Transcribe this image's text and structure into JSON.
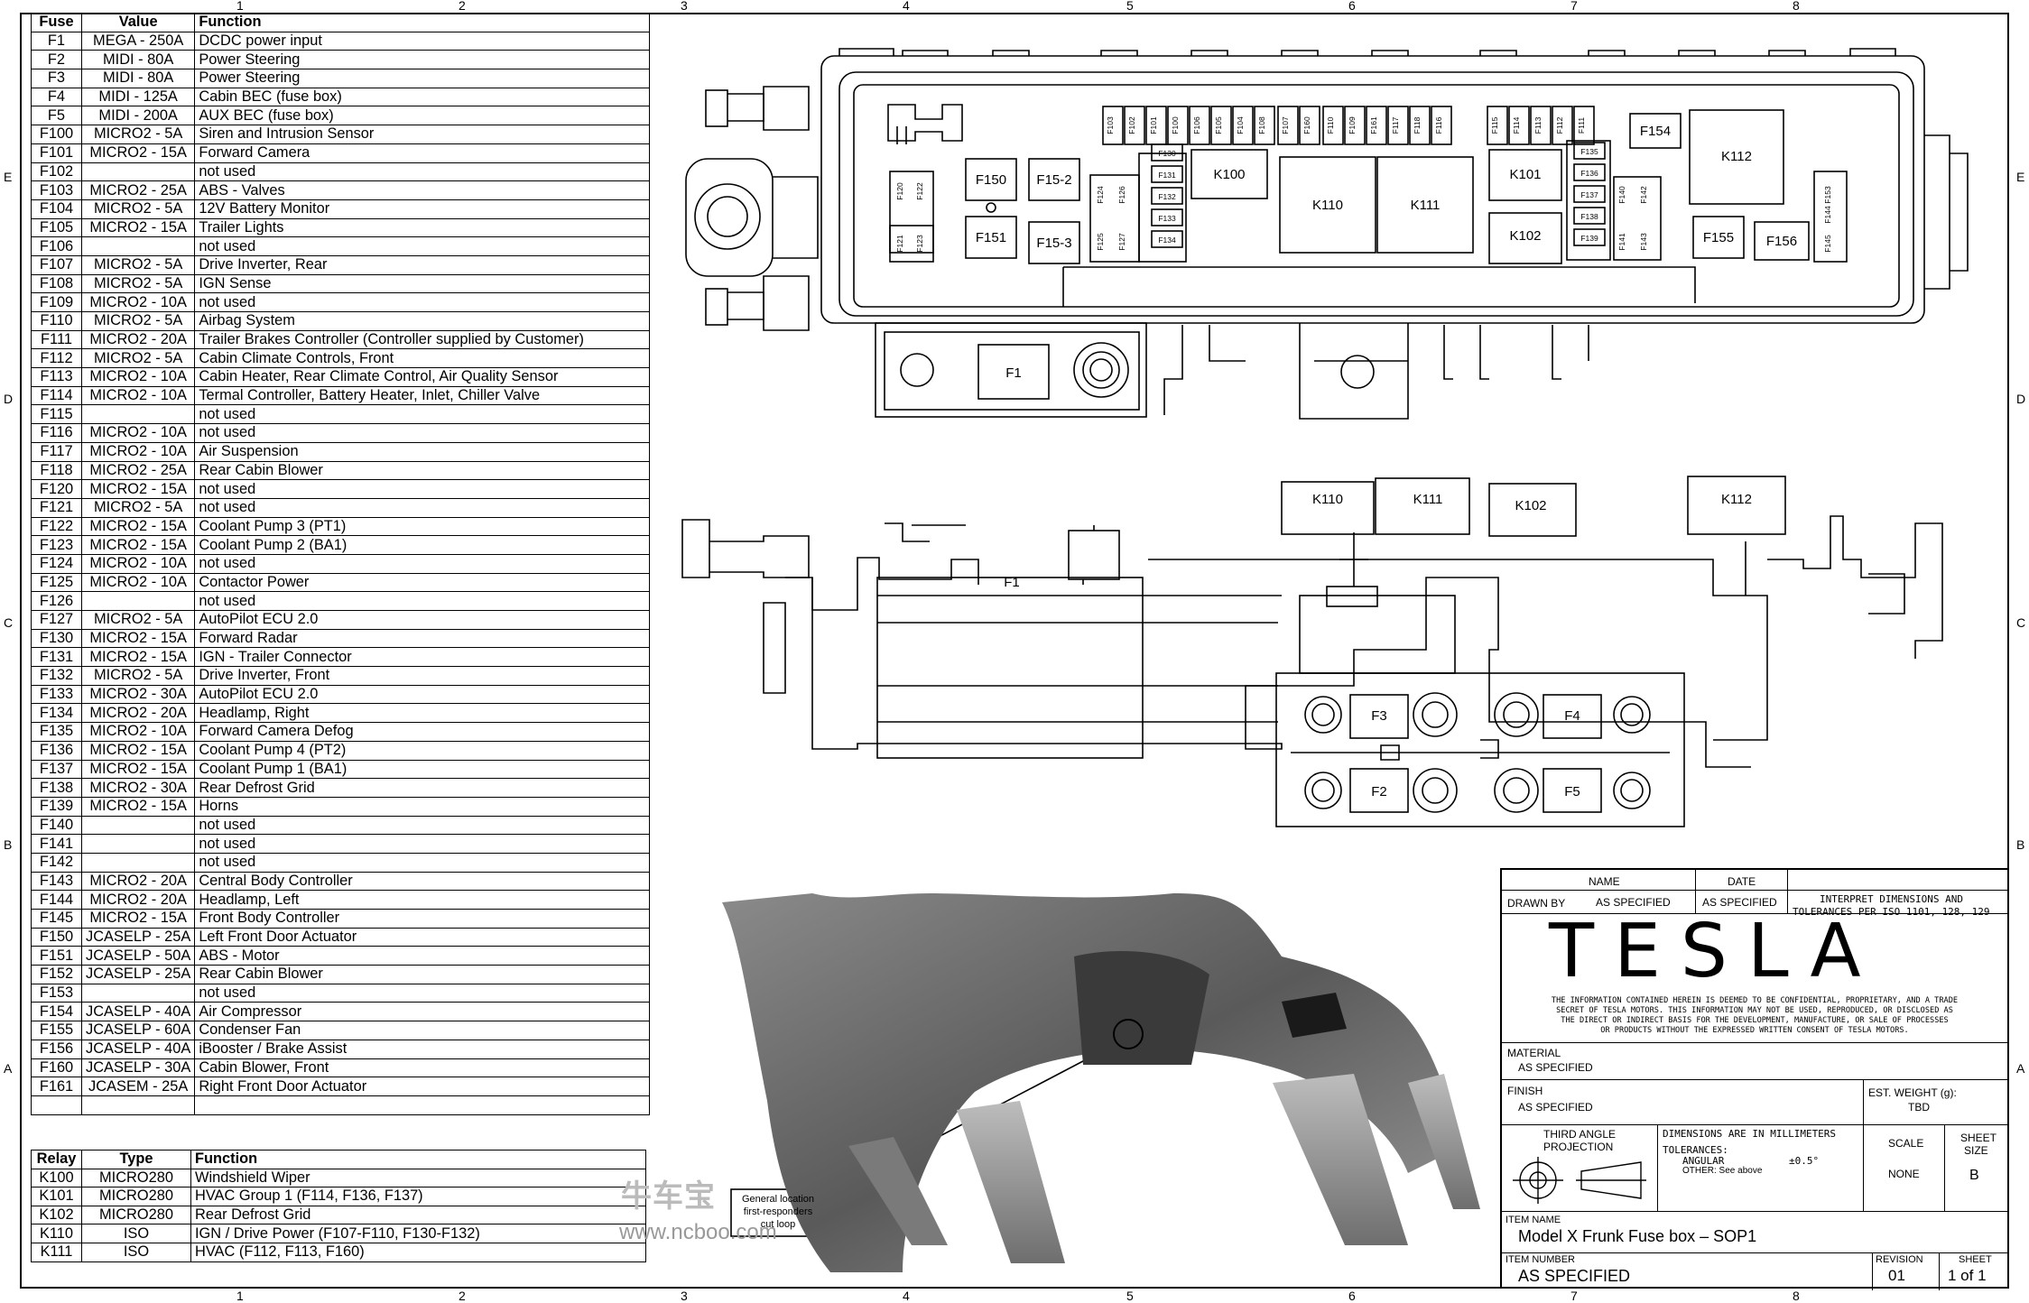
{
  "fuse_table": {
    "headers": [
      "Fuse",
      "Value",
      "Function"
    ],
    "rows": [
      [
        "F1",
        "MEGA - 250A",
        "DCDC power input"
      ],
      [
        "F2",
        "MIDI - 80A",
        "Power Steering"
      ],
      [
        "F3",
        "MIDI - 80A",
        "Power Steering"
      ],
      [
        "F4",
        "MIDI - 125A",
        "Cabin BEC (fuse box)"
      ],
      [
        "F5",
        "MIDI - 200A",
        "AUX BEC (fuse box)"
      ],
      [
        "F100",
        "MICRO2 - 5A",
        "Siren and Intrusion Sensor"
      ],
      [
        "F101",
        "MICRO2 - 15A",
        "Forward Camera"
      ],
      [
        "F102",
        "",
        "not used"
      ],
      [
        "F103",
        "MICRO2 - 25A",
        "ABS - Valves"
      ],
      [
        "F104",
        "MICRO2 - 5A",
        "12V Battery Monitor"
      ],
      [
        "F105",
        "MICRO2 - 15A",
        "Trailer Lights"
      ],
      [
        "F106",
        "",
        "not used"
      ],
      [
        "F107",
        "MICRO2 - 5A",
        "Drive Inverter, Rear"
      ],
      [
        "F108",
        "MICRO2 - 5A",
        "IGN Sense"
      ],
      [
        "F109",
        "MICRO2 - 10A",
        "not used"
      ],
      [
        "F110",
        "MICRO2 - 5A",
        "Airbag System"
      ],
      [
        "F111",
        "MICRO2 - 20A",
        "Trailer Brakes Controller (Controller supplied by Customer)"
      ],
      [
        "F112",
        "MICRO2 - 5A",
        "Cabin Climate Controls, Front"
      ],
      [
        "F113",
        "MICRO2 - 10A",
        "Cabin Heater, Rear Climate Control, Air Quality Sensor"
      ],
      [
        "F114",
        "MICRO2 - 10A",
        "Termal Controller, Battery Heater, Inlet, Chiller Valve"
      ],
      [
        "F115",
        "",
        "not used"
      ],
      [
        "F116",
        "MICRO2 - 10A",
        "not used"
      ],
      [
        "F117",
        "MICRO2 - 10A",
        "Air Suspension"
      ],
      [
        "F118",
        "MICRO2 - 25A",
        "Rear Cabin Blower"
      ],
      [
        "F120",
        "MICRO2 - 15A",
        "not used"
      ],
      [
        "F121",
        "MICRO2 - 5A",
        "not used"
      ],
      [
        "F122",
        "MICRO2 - 15A",
        "Coolant Pump 3 (PT1)"
      ],
      [
        "F123",
        "MICRO2 - 15A",
        "Coolant Pump 2 (BA1)"
      ],
      [
        "F124",
        "MICRO2 - 10A",
        "not used"
      ],
      [
        "F125",
        "MICRO2 - 10A",
        "Contactor Power"
      ],
      [
        "F126",
        "",
        "not used"
      ],
      [
        "F127",
        "MICRO2 - 5A",
        "AutoPilot ECU 2.0"
      ],
      [
        "F130",
        "MICRO2 - 15A",
        "Forward Radar"
      ],
      [
        "F131",
        "MICRO2 - 15A",
        "IGN - Trailer Connector"
      ],
      [
        "F132",
        "MICRO2 - 5A",
        "Drive Inverter, Front"
      ],
      [
        "F133",
        "MICRO2 - 30A",
        "AutoPilot ECU 2.0"
      ],
      [
        "F134",
        "MICRO2 - 20A",
        "Headlamp, Right"
      ],
      [
        "F135",
        "MICRO2 - 10A",
        "Forward Camera Defog"
      ],
      [
        "F136",
        "MICRO2 - 15A",
        "Coolant Pump 4 (PT2)"
      ],
      [
        "F137",
        "MICRO2 - 15A",
        "Coolant Pump 1 (BA1)"
      ],
      [
        "F138",
        "MICRO2 - 30A",
        "Rear Defrost Grid"
      ],
      [
        "F139",
        "MICRO2 - 15A",
        "Horns"
      ],
      [
        "F140",
        "",
        "not used"
      ],
      [
        "F141",
        "",
        "not used"
      ],
      [
        "F142",
        "",
        "not used"
      ],
      [
        "F143",
        "MICRO2 - 20A",
        "Central Body Controller"
      ],
      [
        "F144",
        "MICRO2 - 20A",
        "Headlamp, Left"
      ],
      [
        "F145",
        "MICRO2 - 15A",
        "Front Body Controller"
      ],
      [
        "F150",
        "JCASELP - 25A",
        "Left Front Door Actuator"
      ],
      [
        "F151",
        "JCASELP - 50A",
        "ABS - Motor"
      ],
      [
        "F152",
        "JCASELP - 25A",
        "Rear Cabin Blower"
      ],
      [
        "F153",
        "",
        "not used"
      ],
      [
        "F154",
        "JCASELP - 40A",
        "Air Compressor"
      ],
      [
        "F155",
        "JCASELP - 60A",
        "Condenser Fan"
      ],
      [
        "F156",
        "JCASELP - 40A",
        "iBooster / Brake Assist"
      ],
      [
        "F160",
        "JCASELP - 30A",
        "Cabin Blower, Front"
      ],
      [
        "F161",
        "JCASEM - 25A",
        "Right Front Door Actuator"
      ]
    ]
  },
  "relay_table": {
    "headers": [
      "Relay",
      "Type",
      "Function"
    ],
    "rows": [
      [
        "K100",
        "MICRO280",
        "Windshield Wiper"
      ],
      [
        "K101",
        "MICRO280",
        "HVAC Group 1  (F114, F136, F137)"
      ],
      [
        "K102",
        "MICRO280",
        "Rear Defrost Grid"
      ],
      [
        "K110",
        "ISO",
        "IGN / Drive Power (F107-F110, F130-F132)"
      ],
      [
        "K111",
        "ISO",
        "HVAC (F112, F113, F160)"
      ]
    ]
  },
  "grid": {
    "columns": [
      "1",
      "2",
      "3",
      "4",
      "5",
      "6",
      "7",
      "8"
    ],
    "rows": [
      "E",
      "D",
      "C",
      "B",
      "A"
    ]
  },
  "top_view_labels": {
    "fuses_small_row": [
      "F103",
      "F102",
      "F101",
      "F100",
      "F106",
      "F105",
      "F104",
      "F108",
      "F107",
      "F160",
      "F110",
      "F109",
      "F161",
      "F117",
      "F118",
      "F116",
      "F115",
      "F114",
      "F113",
      "F112",
      "F111"
    ],
    "side_left": [
      "F120",
      "F122",
      "F121",
      "F123"
    ],
    "mid_col_a": [
      "F124",
      "F126",
      "F125",
      "F127"
    ],
    "mid_col_b": [
      "F130",
      "F131",
      "F132",
      "F133",
      "F134"
    ],
    "right_col_a": [
      "F135",
      "F136",
      "F137",
      "F138",
      "F139"
    ],
    "right_col_b": [
      "F140",
      "F142",
      "F141",
      "F143"
    ],
    "far_right": [
      "F153",
      "F144",
      "F145"
    ],
    "big": {
      "f150": "F150",
      "f151": "F151",
      "f152": "F15-2",
      "f153": "F15-3",
      "k100": "K100",
      "k110": "K110",
      "k111": "K111",
      "k101": "K101",
      "k102": "K102",
      "f154": "F154",
      "k112": "K112",
      "f155": "F155",
      "f156": "F156",
      "f1": "F1"
    }
  },
  "side_view_labels": {
    "k110": "K110",
    "k111": "K111",
    "k102": "K102",
    "k112": "K112",
    "f1": "F1",
    "f3": "F3",
    "f4": "F4",
    "f2": "F2",
    "f5": "F5"
  },
  "callout": {
    "text_lines": [
      "General location",
      "first-responders",
      "cut loop"
    ]
  },
  "watermark": {
    "cn": "牛车宝",
    "url": "www.ncboo.com"
  },
  "title_block": {
    "name_hdr": "NAME",
    "date_hdr": "DATE",
    "interpret_1": "INTERPRET DIMENSIONS AND",
    "interpret_2": "TOLERANCES PER ISO 1101, 128, 129",
    "drawn_by_lbl": "DRAWN BY",
    "drawn_by_name": "AS SPECIFIED",
    "drawn_by_date": "AS SPECIFIED",
    "logo": "TESLA",
    "confidential_1": "THE INFORMATION CONTAINED HEREIN IS DEEMED TO BE CONFIDENTIAL, PROPRIETARY, AND A TRADE",
    "confidential_2": "SECRET OF TESLA MOTORS.  THIS INFORMATION MAY NOT BE USED, REPRODUCED, OR DISCLOSED AS",
    "confidential_3": "THE DIRECT OR INDIRECT BASIS FOR THE DEVELOPMENT, MANUFACTURE, OR SALE OF PROCESSES",
    "confidential_4": "OR PRODUCTS WITHOUT THE EXPRESSED WRITTEN CONSENT OF TESLA MOTORS.",
    "material_lbl": "MATERIAL",
    "material_val": "AS SPECIFIED",
    "finish_lbl": "FINISH",
    "finish_val": "AS SPECIFIED",
    "weight_lbl": "EST. WEIGHT (g):",
    "weight_val": "TBD",
    "projection_1": "THIRD ANGLE",
    "projection_2": "PROJECTION",
    "dims_1": "DIMENSIONS ARE IN MILLIMETERS",
    "tol_lbl": "TOLERANCES:",
    "angular_lbl": "ANGULAR",
    "angular_val": "±0.5°",
    "other_lbl": "OTHER: See above",
    "scale_lbl": "SCALE",
    "scale_val": "NONE",
    "sheet_size_1": "SHEET",
    "sheet_size_2": "SIZE",
    "sheet_size_val": "B",
    "item_name_lbl": "ITEM NAME",
    "item_name_val": "Model X Frunk Fuse box – SOP1",
    "item_number_lbl": "ITEM NUMBER",
    "item_number_val": "AS SPECIFIED",
    "revision_lbl": "REVISION",
    "revision_val": "01",
    "sheet_lbl": "SHEET",
    "sheet_val": "1 of 1"
  }
}
